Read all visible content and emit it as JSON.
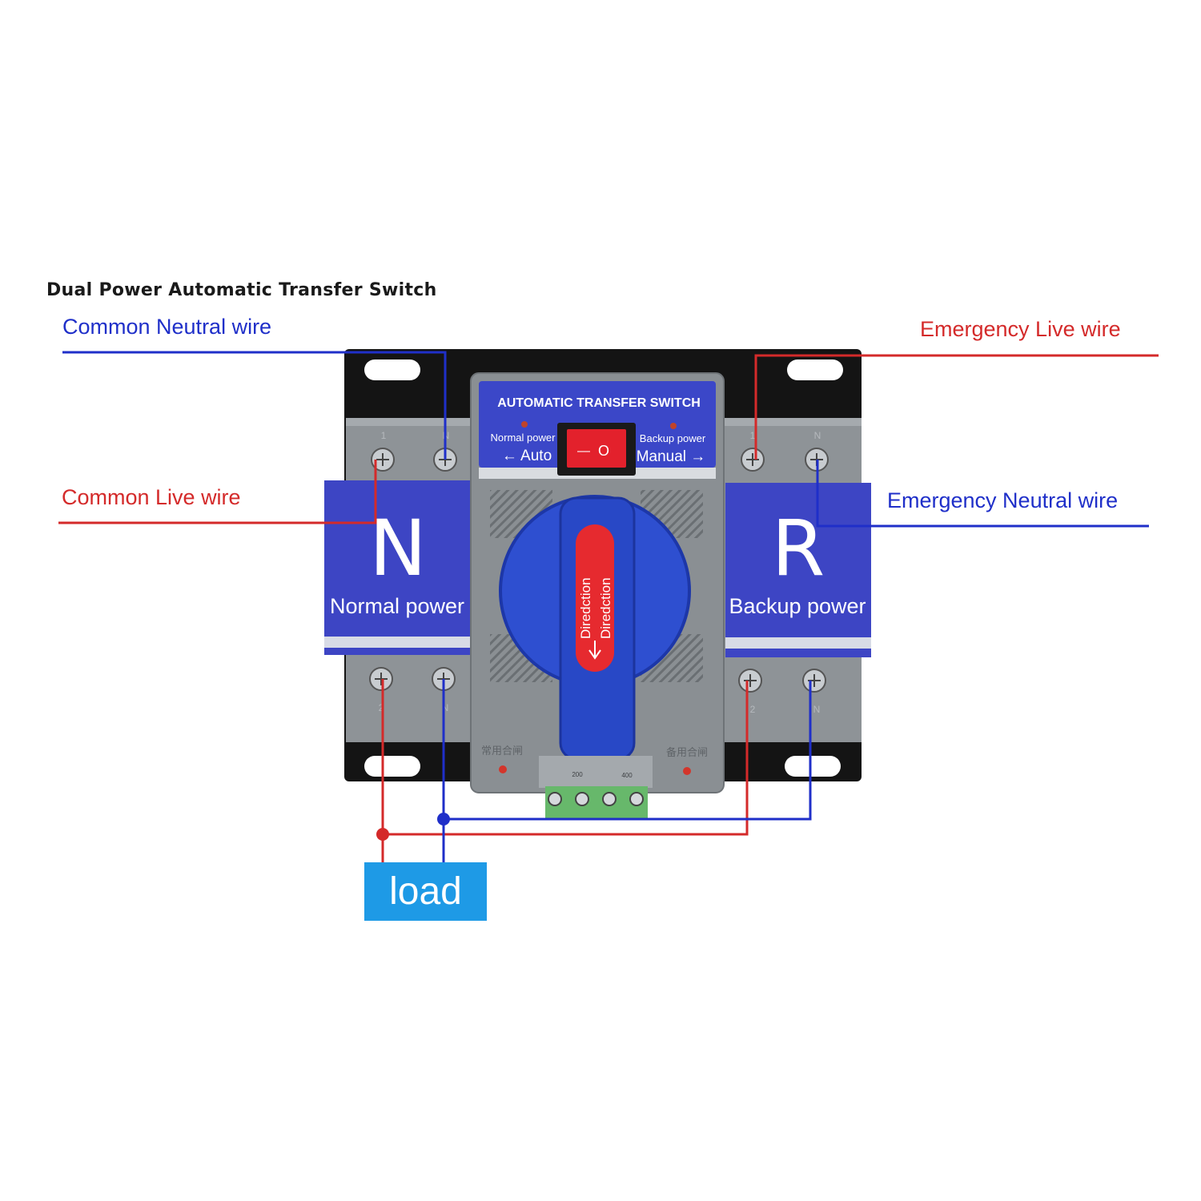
{
  "title": "Dual Power Automatic Transfer Switch",
  "labels": {
    "common_neutral": "Common Neutral wire",
    "common_live": "Common Live wire",
    "emergency_live": "Emergency Live wire",
    "emergency_neutral": "Emergency Neutral wire",
    "load": "load"
  },
  "device": {
    "header": "AUTOMATIC TRANSFER SWITCH",
    "normal_power_small": "Normal power",
    "backup_power_small": "Backup power",
    "auto": "← Auto",
    "manual": "Manual →",
    "rocker_off": "O",
    "rocker_on": "—",
    "left_letter": "N",
    "left_text": "Normal power",
    "right_letter": "R",
    "right_text": "Backup power",
    "handle_text": "Diredction",
    "left_terminal_top": [
      "1",
      "N"
    ],
    "right_terminal_top": [
      "1",
      "N"
    ],
    "left_terminal_bottom": [
      "2",
      "N"
    ],
    "right_terminal_bottom": [
      "2",
      "N"
    ],
    "left_chinese": "常用合闸",
    "right_chinese": "备用合闸",
    "terminal_block_labels": [
      "200",
      "400"
    ]
  },
  "colors": {
    "live_wire": "#d42a2a",
    "neutral_wire": "#1f2fc9",
    "panel_blue": "#3d45c4",
    "housing_gray": "#8a8f93",
    "load_box": "#1e9ae6"
  }
}
